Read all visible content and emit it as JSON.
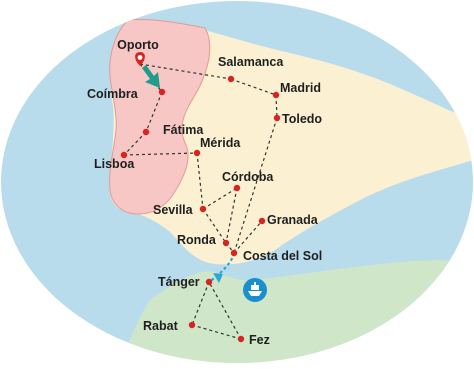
{
  "map": {
    "colors": {
      "sea": "#b9dcec",
      "iberia_land": "#fbf1d2",
      "portugal": "#f6c7c4",
      "portugal_border": "#e49a95",
      "africa_land": "#cfe6c8",
      "route_land": "#333333",
      "route_sea": "#2aa6d9",
      "marker": "#d8241f",
      "arrow": "#1e9c8c",
      "ferry_badge": "#1a8fd0"
    },
    "start_marker_icon": "map-pin-icon",
    "direction_icon": "arrow-icon",
    "ferry_icon": "ship-icon",
    "cities": [
      {
        "id": "oporto",
        "name": "Oporto"
      },
      {
        "id": "coimbra",
        "name": "Coímbra"
      },
      {
        "id": "fatima",
        "name": "Fátima"
      },
      {
        "id": "lisboa",
        "name": "Lisboa"
      },
      {
        "id": "salamanca",
        "name": "Salamanca"
      },
      {
        "id": "madrid",
        "name": "Madrid"
      },
      {
        "id": "toledo",
        "name": "Toledo"
      },
      {
        "id": "merida",
        "name": "Mérida"
      },
      {
        "id": "cordoba",
        "name": "Córdoba"
      },
      {
        "id": "sevilla",
        "name": "Sevilla"
      },
      {
        "id": "granada",
        "name": "Granada"
      },
      {
        "id": "ronda",
        "name": "Ronda"
      },
      {
        "id": "costa",
        "name": "Costa del Sol"
      },
      {
        "id": "tanger",
        "name": "Tánger"
      },
      {
        "id": "rabat",
        "name": "Rabat"
      },
      {
        "id": "fez",
        "name": "Fez"
      }
    ],
    "land_route": [
      [
        "oporto",
        "salamanca"
      ],
      [
        "salamanca",
        "madrid"
      ],
      [
        "madrid",
        "toledo"
      ],
      [
        "toledo",
        "costa"
      ],
      [
        "oporto",
        "coimbra"
      ],
      [
        "coimbra",
        "fatima"
      ],
      [
        "fatima",
        "lisboa"
      ],
      [
        "lisboa",
        "merida"
      ],
      [
        "merida",
        "sevilla"
      ],
      [
        "sevilla",
        "cordoba"
      ],
      [
        "cordoba",
        "ronda"
      ],
      [
        "sevilla",
        "ronda"
      ],
      [
        "ronda",
        "costa"
      ],
      [
        "costa",
        "granada"
      ],
      [
        "tanger",
        "rabat"
      ],
      [
        "rabat",
        "fez"
      ],
      [
        "fez",
        "tanger"
      ]
    ],
    "sea_route": [
      [
        "costa",
        "tanger"
      ]
    ]
  }
}
